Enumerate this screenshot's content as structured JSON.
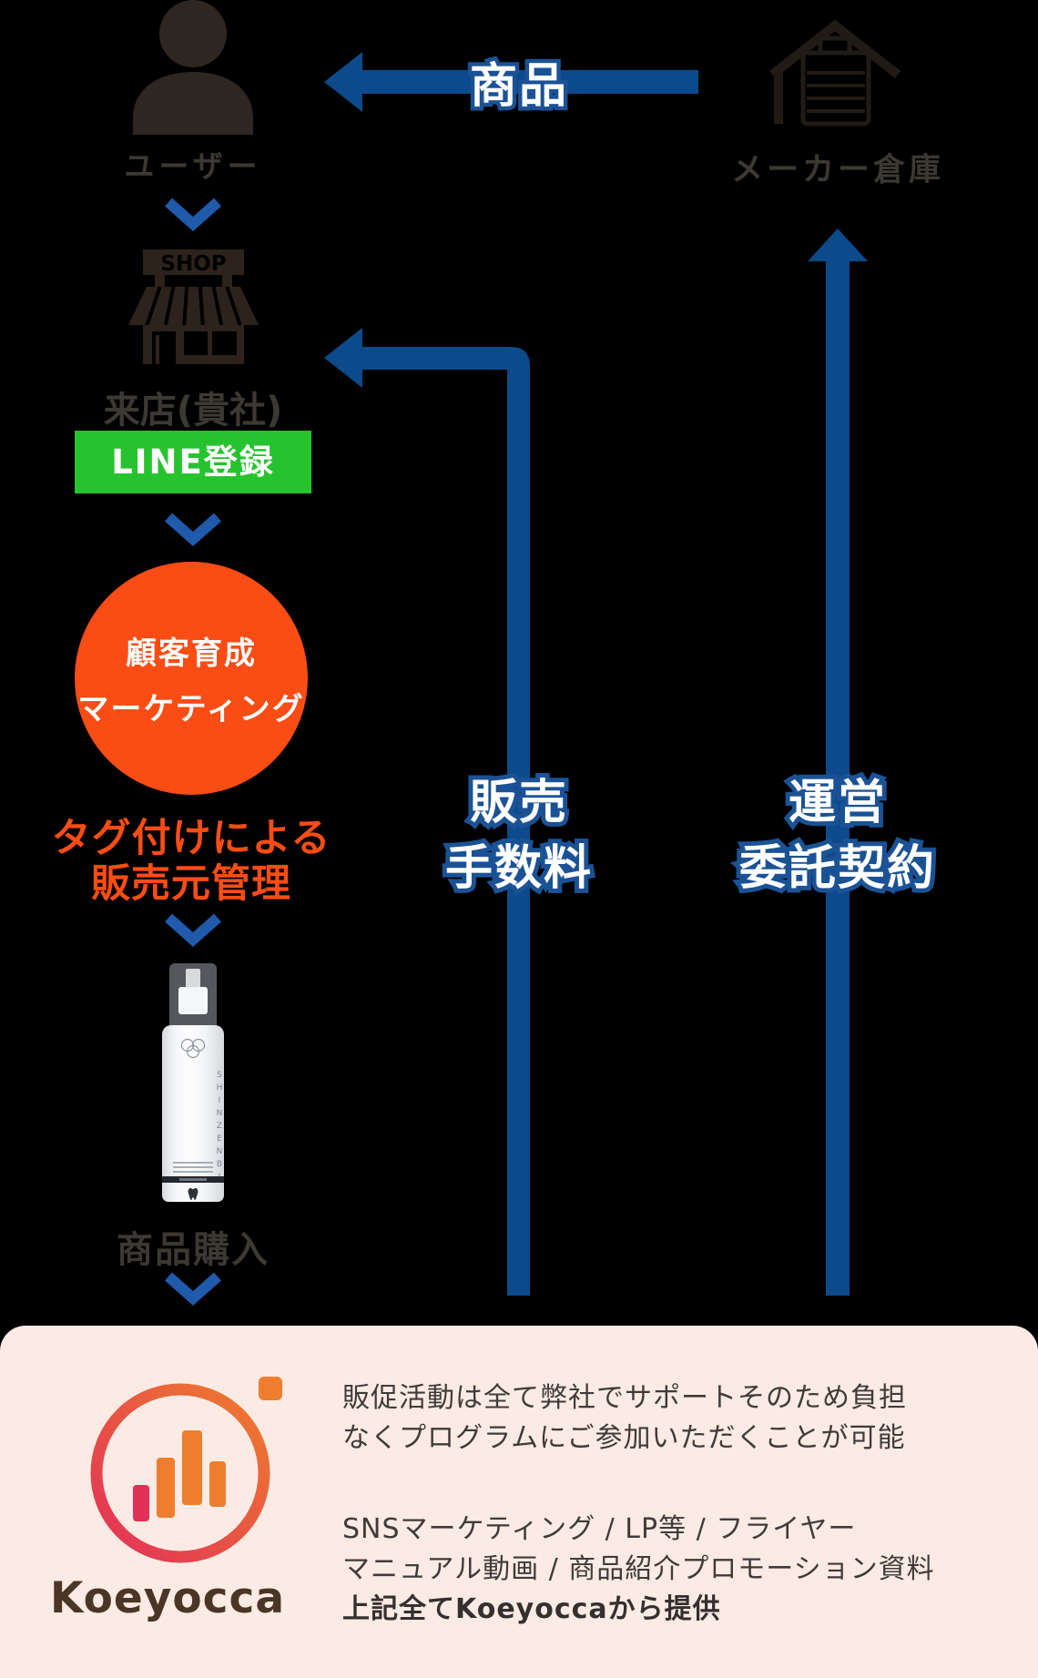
{
  "diagram": {
    "user": {
      "label": "ユーザー"
    },
    "product_arrow_label": "商品",
    "warehouse": {
      "label": "メーカー倉庫"
    },
    "shop": {
      "sign": "SHOP",
      "label": "来店(貴社)"
    },
    "line_button_label": "LINE登録",
    "marketing_circle": {
      "line1": "顧客育成",
      "line2": "マーケティング"
    },
    "tagging": {
      "line1": "タグ付けによる",
      "line2": "販売元管理"
    },
    "bottle_brand": "SHINZENBI",
    "purchase_label": "商品購入",
    "sales_fee": {
      "line1": "販売",
      "line2": "手数料"
    },
    "operation": {
      "line1": "運営",
      "line2": "委託契約"
    }
  },
  "footer": {
    "logo_wordmark": "Koeyocca",
    "intro_line1": "販促活動は全て弊社でサポートそのため負担",
    "intro_line2": "なくプログラムにご参加いただくことが可能",
    "items_line1": "SNSマーケティング / LP等 / フライヤー",
    "items_line2": "マニュアル動画 / 商品紹介プロモーション資料",
    "items_line3": "上記全てKoeyoccaから提供"
  },
  "colors": {
    "background": "#000000",
    "arrow_blue": "#0c4a8b",
    "chevron_blue": "#1f5aab",
    "text_outline_blue": "#1b5295",
    "line_green": "#27c32f",
    "accent_orange": "#f94d15",
    "dark_icon": "#2d231c",
    "dark_text": "#3c3832",
    "footer_background": "#fcebe4",
    "logo_orange": "#ee7d2e",
    "logo_pink": "#e23058",
    "wordmark_brown": "#4b3524"
  }
}
